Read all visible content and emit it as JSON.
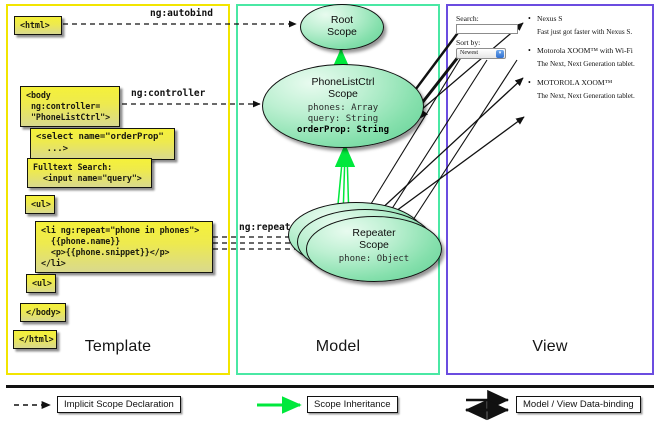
{
  "panels": {
    "template": {
      "label": "Template",
      "border_color": "#f2e500"
    },
    "model": {
      "label": "Model",
      "border_color": "#4ae8a4"
    },
    "view": {
      "label": "View",
      "border_color": "#6b4ce0"
    }
  },
  "template_boxes": [
    {
      "name": "html-open-tag",
      "text": "<html>"
    },
    {
      "name": "body-controller",
      "text": "<body\n ng:controller=\n \"PhoneListCtrl\">"
    },
    {
      "name": "select-orderprop",
      "text": "<select name=\"orderProp\"\n  ...>"
    },
    {
      "name": "fulltext-search",
      "text": "Fulltext Search:\n  <input name=\"query\">"
    },
    {
      "name": "ul-open-tag",
      "text": "<ul>"
    },
    {
      "name": "li-ng-repeat",
      "text": "<li ng:repeat=\"phone in phones\">\n  {{phone.name}}\n  <p>{{phone.snippet}}</p>\n</li>"
    },
    {
      "name": "ul-close-tag",
      "text": "<ul>"
    },
    {
      "name": "body-close-tag",
      "text": "</body>"
    },
    {
      "name": "html-close-tag",
      "text": "</html>"
    }
  ],
  "edge_labels": {
    "autobind": "ng:autobind",
    "controller": "ng:controller",
    "repeat": "ng:repeat"
  },
  "scopes": {
    "root": {
      "title_line1": "Root",
      "title_line2": "Scope",
      "props": []
    },
    "phonelistctrl": {
      "title_line1": "PhoneListCtrl",
      "title_line2": "Scope",
      "props": [
        "phones: Array",
        "query: String",
        "orderProp: String"
      ],
      "bold_prop": "orderProp: String"
    },
    "repeater": {
      "title_line1": "Repeater",
      "title_line2": "Scope",
      "props": [
        "phone: Object"
      ],
      "stack_count": 3
    }
  },
  "view": {
    "search_label": "Search:",
    "search_value": "",
    "sort_label": "Sort by:",
    "sort_selected": "Newest",
    "phones": [
      {
        "name": "Nexus S",
        "snippet": "Fast just got faster with Nexus S."
      },
      {
        "name": "Motorola XOOM™ with Wi-Fi",
        "snippet": "The Next, Next Generation tablet."
      },
      {
        "name": "MOTOROLA XOOM™",
        "snippet": "The Next, Next Generation tablet."
      }
    ]
  },
  "legend": [
    {
      "name": "implicit-scope-declaration",
      "label": "Implicit Scope Declaration",
      "style": "dashed-arrow",
      "color": "#111111"
    },
    {
      "name": "scope-inheritance",
      "label": "Scope Inheritance",
      "style": "solid-arrow",
      "color": "#00e83c"
    },
    {
      "name": "model-view-data-binding",
      "label": "Model / View Data-binding",
      "style": "double-arrow",
      "color": "#111111"
    }
  ]
}
